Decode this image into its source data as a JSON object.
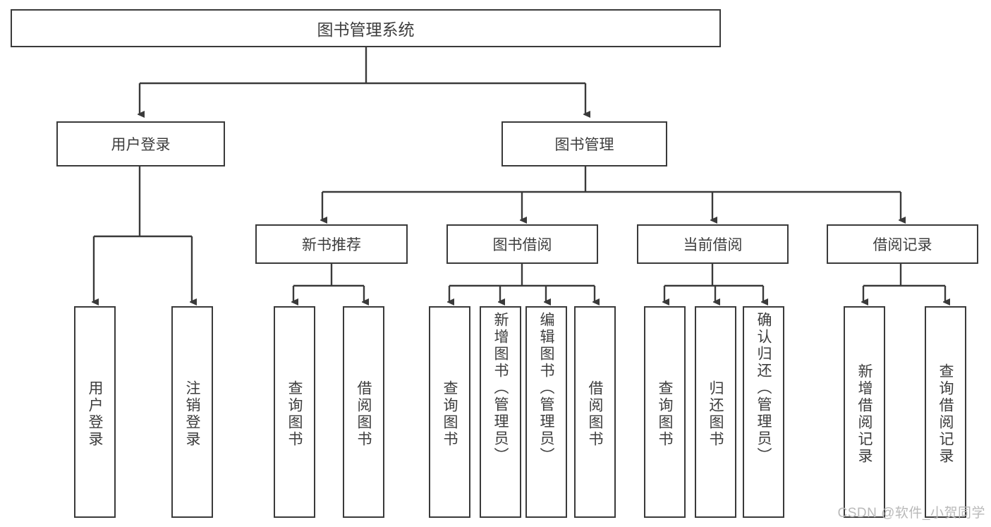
{
  "diagram": {
    "title": "图书管理系统",
    "type": "tree-hierarchy-chart",
    "watermark": "CSDN @软件_小贺同学"
  },
  "root": {
    "label": "图书管理系统"
  },
  "level2": [
    {
      "label": "用户登录"
    },
    {
      "label": "图书管理"
    }
  ],
  "level3": [
    {
      "label": "新书推荐"
    },
    {
      "label": "图书借阅"
    },
    {
      "label": "当前借阅"
    },
    {
      "label": "借阅记录"
    }
  ],
  "leaves": [
    {
      "label": "用户登录",
      "parent": "用户登录"
    },
    {
      "label": "注销登录",
      "parent": "用户登录"
    },
    {
      "label": "查询图书",
      "parent": "新书推荐"
    },
    {
      "label": "借阅图书",
      "parent": "新书推荐"
    },
    {
      "label": "查询图书",
      "parent": "图书借阅"
    },
    {
      "label": "新增图书（管理员）",
      "parent": "图书借阅"
    },
    {
      "label": "编辑图书（管理员）",
      "parent": "图书借阅"
    },
    {
      "label": "借阅图书",
      "parent": "图书借阅"
    },
    {
      "label": "查询图书",
      "parent": "当前借阅"
    },
    {
      "label": "归还图书",
      "parent": "当前借阅"
    },
    {
      "label": "确认归还（管理员）",
      "parent": "当前借阅"
    },
    {
      "label": "新增借阅记录",
      "parent": "借阅记录"
    },
    {
      "label": "查询借阅记录",
      "parent": "借阅记录"
    }
  ]
}
